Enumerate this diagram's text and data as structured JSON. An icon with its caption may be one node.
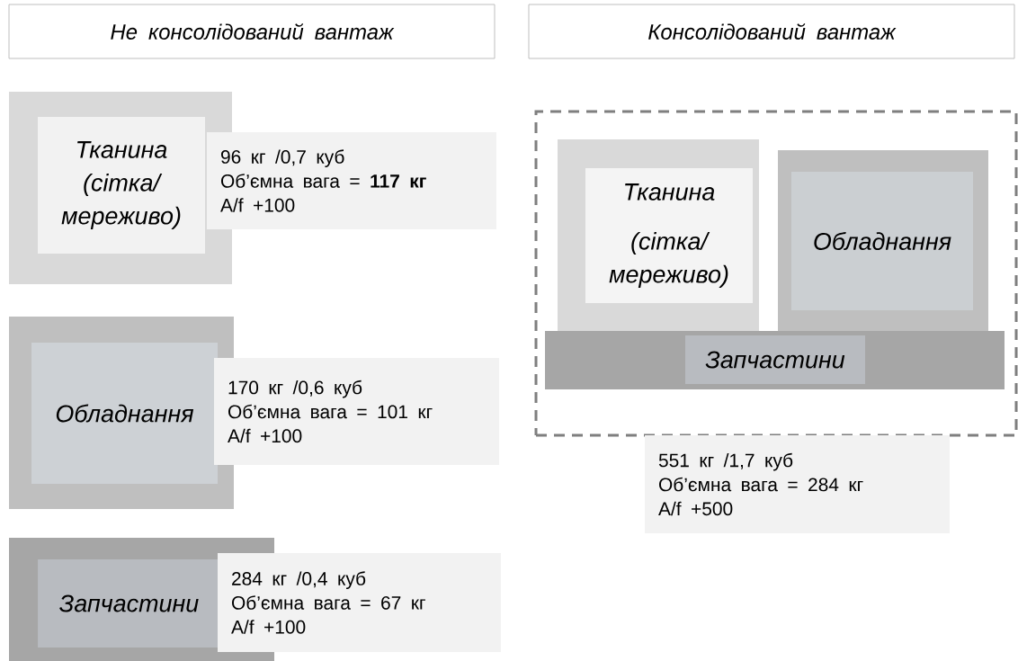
{
  "diagram": {
    "nodes": [
      {
        "text": [
          "Не консолідований вантаж"
        ]
      },
      {
        "text": [
          "Консолідований вантаж"
        ]
      },
      {
        "text": [],
        "shape": "box"
      },
      {
        "text": [
          "Тканина (сітка/ мереживо)"
        ],
        "in": 2
      },
      {
        "text": [
          "96 кг /0,7 куб",
          "Об’ємна вага = **117 кг**",
          "A/f +100"
        ]
      },
      {
        "text": [],
        "shape": "box"
      },
      {
        "text": [
          "Обладнання"
        ],
        "in": 5
      },
      {
        "text": [
          "170 кг /0,6 куб",
          "Об’ємна вага = 101 кг",
          "A/f +100"
        ]
      },
      {
        "text": [],
        "shape": "box"
      },
      {
        "text": [
          "Запчастини"
        ],
        "in": 8
      },
      {
        "text": [
          "284 кг /0,4 куб",
          "Об’ємна вага = 67 кг",
          "A/f +100"
        ]
      },
      {
        "text": [],
        "shape": "box"
      },
      {
        "text": [],
        "shape": "box",
        "in": 11
      },
      {
        "text": [
          "Тканина",
          "(сітка/ мереживо)"
        ],
        "in": 12
      },
      {
        "text": [],
        "shape": "box",
        "in": 11
      },
      {
        "text": [
          "Обладнання"
        ],
        "in": 14
      },
      {
        "text": [],
        "shape": "box",
        "in": 11
      },
      {
        "text": [
          "Запчастини"
        ],
        "in": 16
      },
      {
        "text": [
          "551 кг /1,7 куб",
          "Об’ємна вага = 284 кг",
          "A/f +500"
        ]
      }
    ]
  }
}
